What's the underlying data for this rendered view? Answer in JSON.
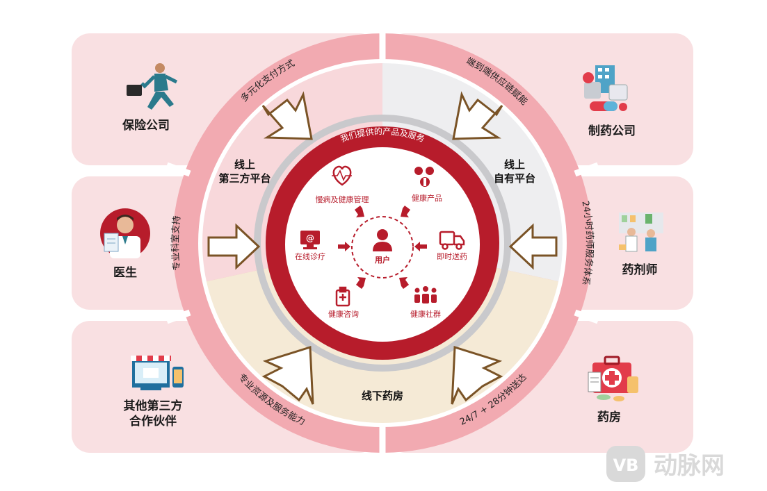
{
  "colors": {
    "brand_red": "#b71c2b",
    "light_pink": "#f9e0e2",
    "ring_pink": "#f0a7ae",
    "beige": "#f5ead6",
    "light_gray": "#efeff1",
    "arrow_brown": "#7a5326"
  },
  "parties": {
    "insurance": "保险公司",
    "pharma": "制药公司",
    "doctor": "医生",
    "pharmacist": "药剂师",
    "partners_line1": "其他第三方",
    "partners_line2": "合作伙伴",
    "pharmacy": "药房"
  },
  "ring_labels": {
    "top_left": "多元化支付方式",
    "top_right": "端到端供应链赋能",
    "left": "专业科室支持",
    "right": "24小时药师服务体系",
    "bottom_left": "专业资源及服务能力",
    "bottom_right": "24/7 + 28分钟送达"
  },
  "platforms": {
    "third_party_line1": "线上",
    "third_party_line2": "第三方平台",
    "own_line1": "线上",
    "own_line2": "自有平台",
    "offline": "线下药房"
  },
  "center": {
    "title": "我们提供的产品及服务",
    "user": "用户",
    "services": [
      "慢病及健康管理",
      "健康产品",
      "在线诊疗",
      "即时送药",
      "健康咨询",
      "健康社群"
    ]
  },
  "icons": {
    "insurance": "businessman-briefcase-icon",
    "pharma": "hospital-pills-icon",
    "doctor": "doctor-icon",
    "pharmacist": "pharmacists-icon",
    "partners": "online-shop-icon",
    "pharmacy": "first-aid-kit-icon",
    "user": "user-icon"
  },
  "watermark": {
    "logo": "VB",
    "text": "动脉网"
  }
}
